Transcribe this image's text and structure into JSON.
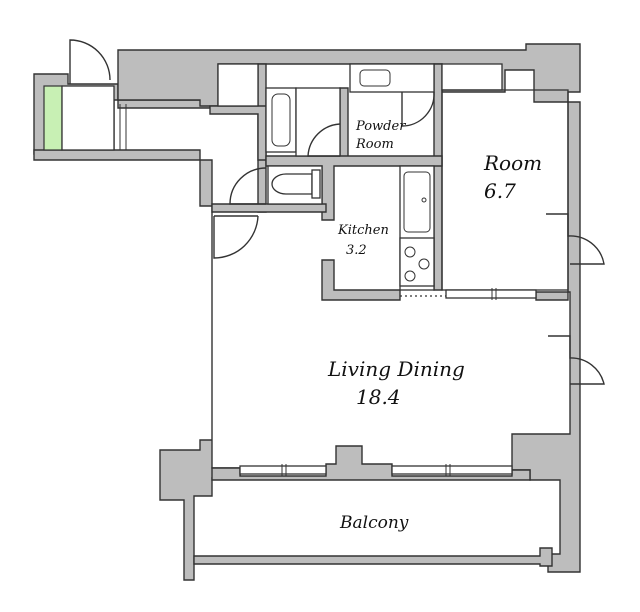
{
  "rooms": {
    "powder_room": {
      "line1": "Powder",
      "line2": "Room"
    },
    "room": {
      "name": "Room",
      "size": "6.7"
    },
    "kitchen": {
      "name": "Kitchen",
      "size": "3.2"
    },
    "living_dining": {
      "name": "Living Dining",
      "size": "18.4"
    },
    "balcony": {
      "name": "Balcony"
    }
  },
  "colors": {
    "wall": "#bdbdbd",
    "outline": "#333333",
    "accent_green": "#c8f0b4"
  }
}
